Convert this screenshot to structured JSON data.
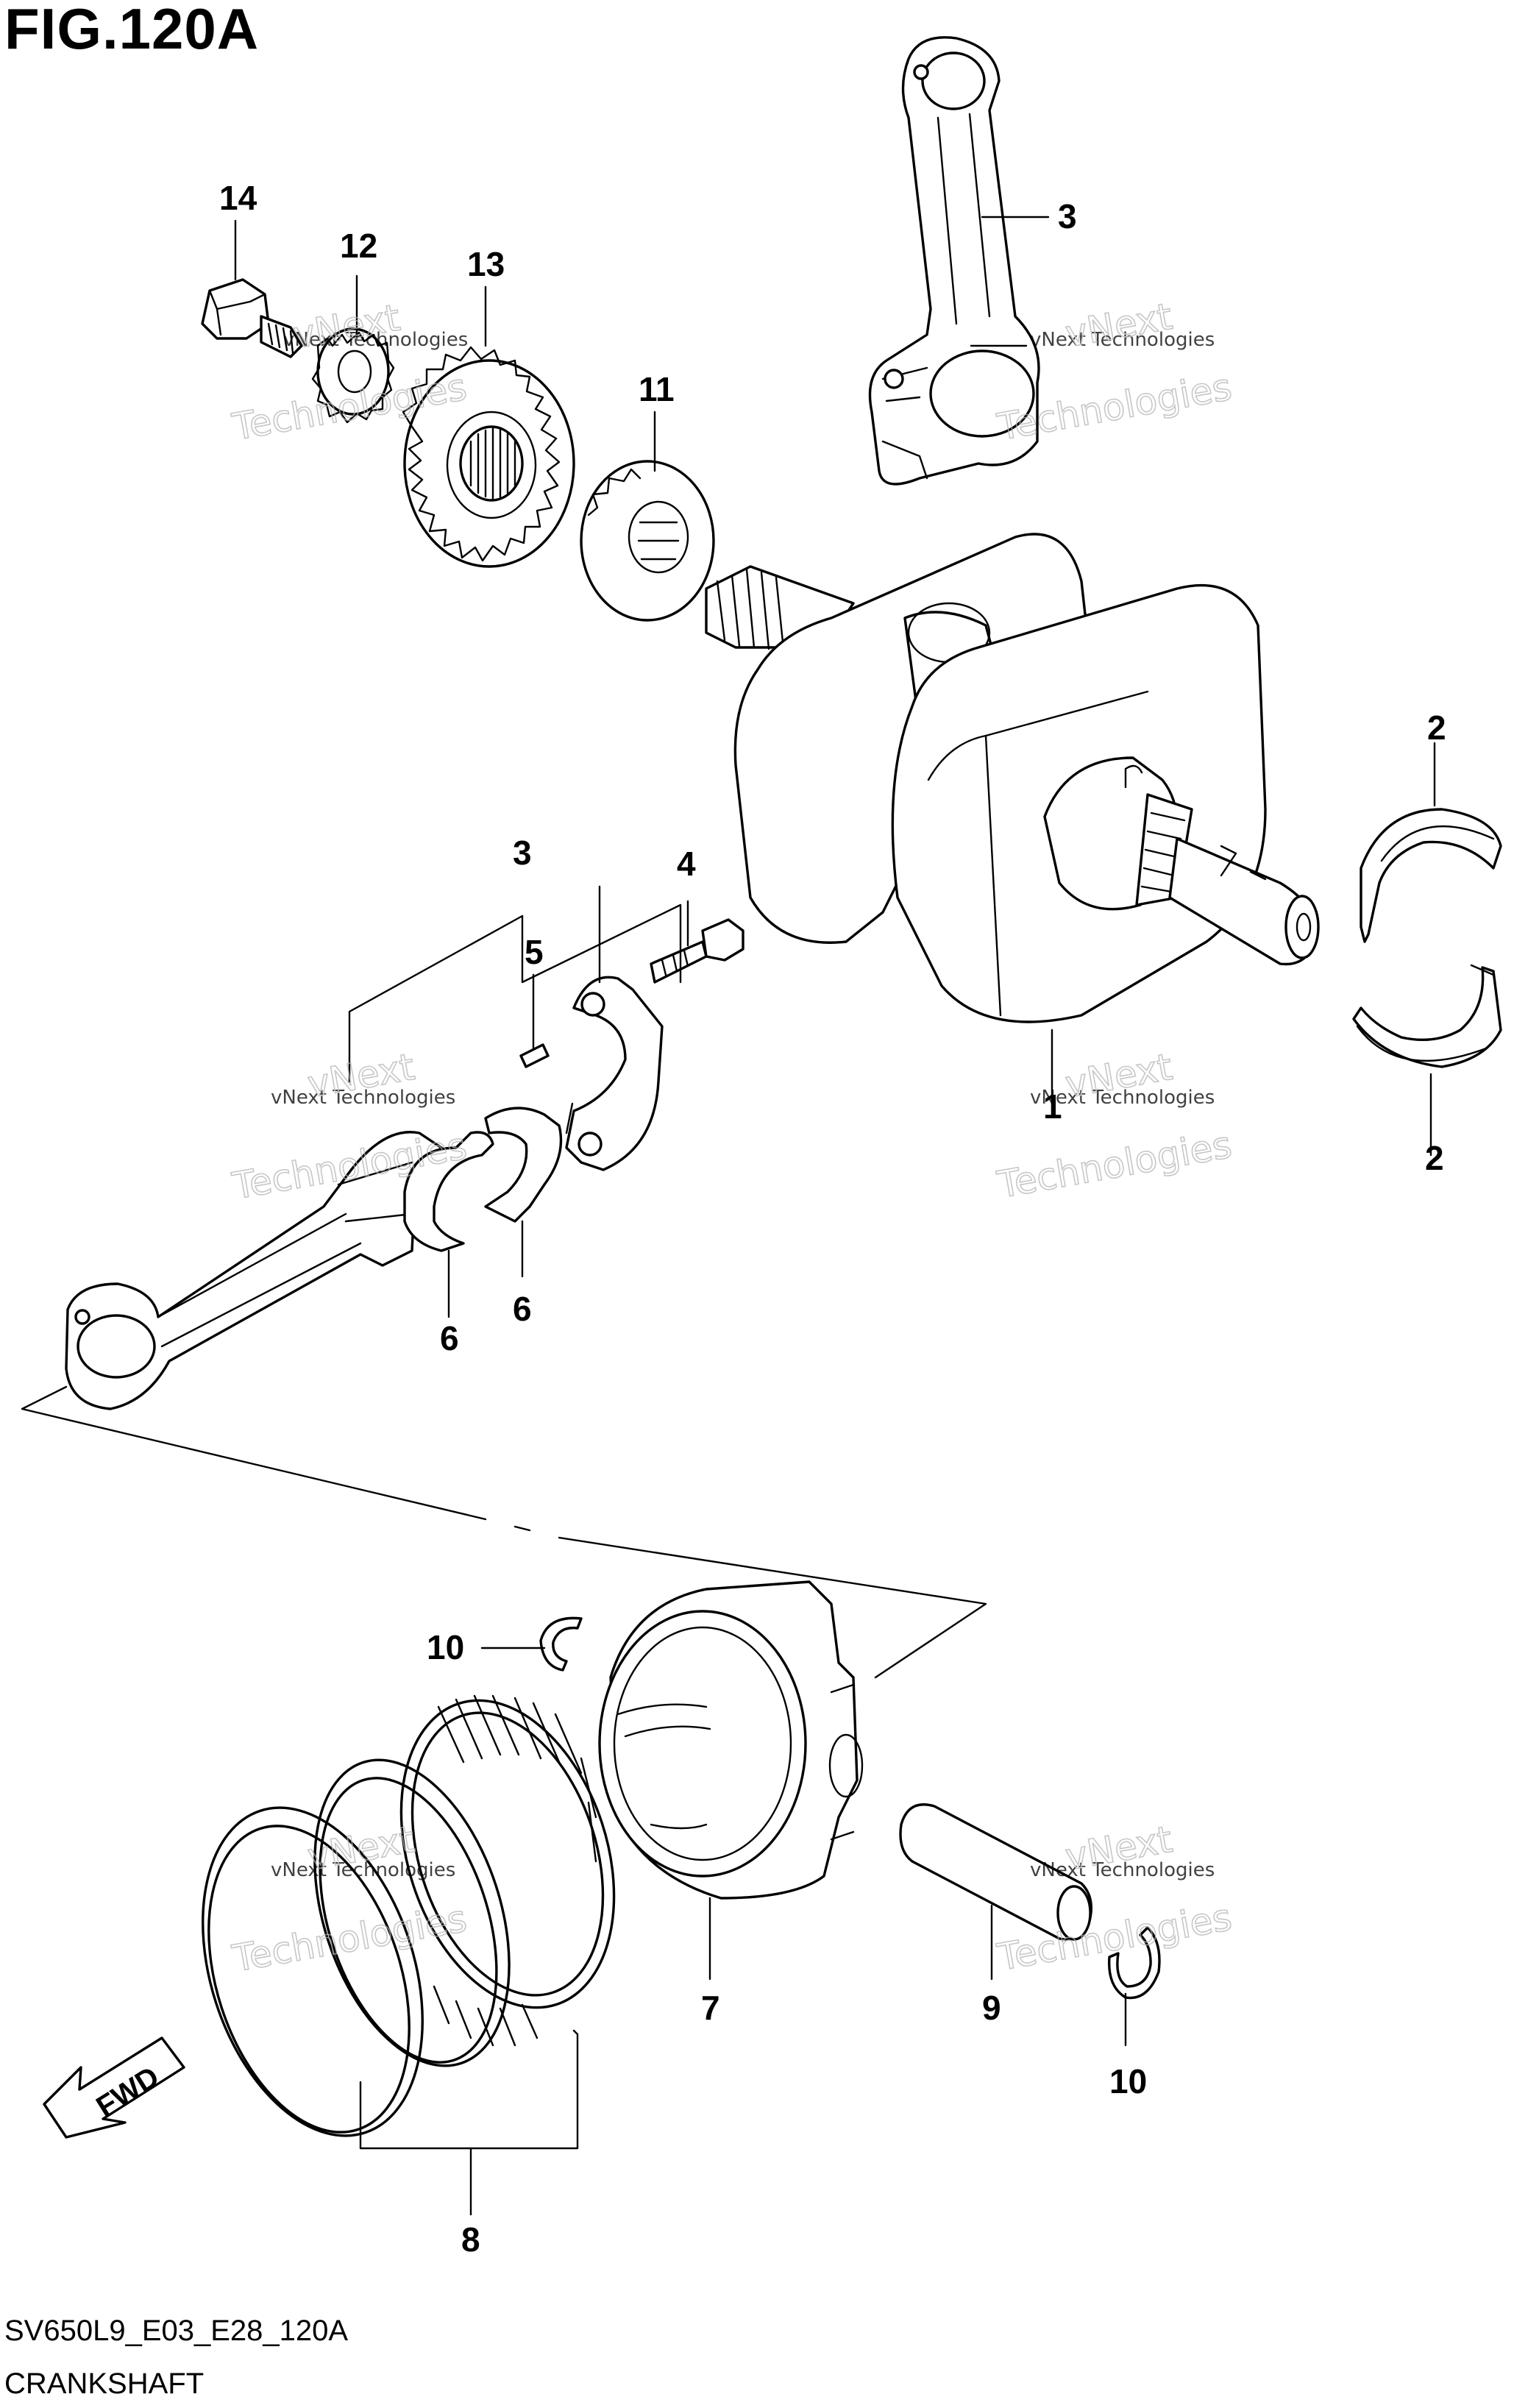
{
  "figure": {
    "title": "FIG.120A"
  },
  "footer": {
    "code": "SV650L9_E03_E28_120A",
    "section_title": "CRANKSHAFT"
  },
  "badge": {
    "fwd": "FWD"
  },
  "callouts": {
    "c14": "14",
    "c12": "12",
    "c13": "13",
    "c11": "11",
    "c3_top": "3",
    "c3_mid": "3",
    "c4": "4",
    "c5": "5",
    "c1": "1",
    "c2_top": "2",
    "c2_bottom": "2",
    "c6_left": "6",
    "c6_right": "6",
    "c10_top": "10",
    "c10_bottom": "10",
    "c7": "7",
    "c8": "8",
    "c9": "9"
  },
  "watermark": {
    "small": "vNext Technologies",
    "large_1": "vNext",
    "large_2": "Technologies"
  }
}
